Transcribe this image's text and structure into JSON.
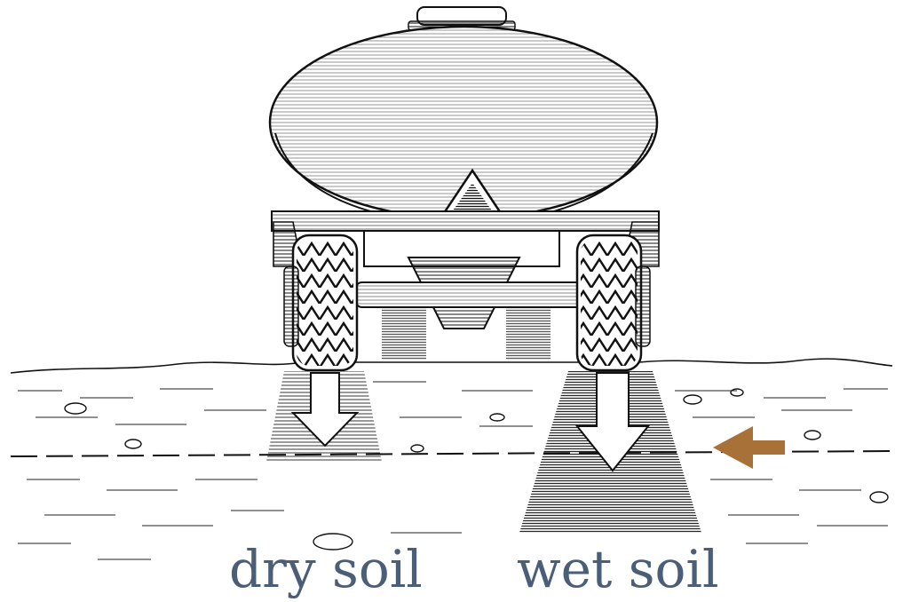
{
  "labels": {
    "left": "dry soil",
    "right": "wet soil"
  },
  "colors": {
    "ink": "#111111",
    "label": "#4b5e78",
    "arrow": "#a87138",
    "background": "#ffffff"
  },
  "icons": [
    "tanker-trailer",
    "tire",
    "pressure-arrow",
    "direction-arrow",
    "warning-triangle"
  ]
}
